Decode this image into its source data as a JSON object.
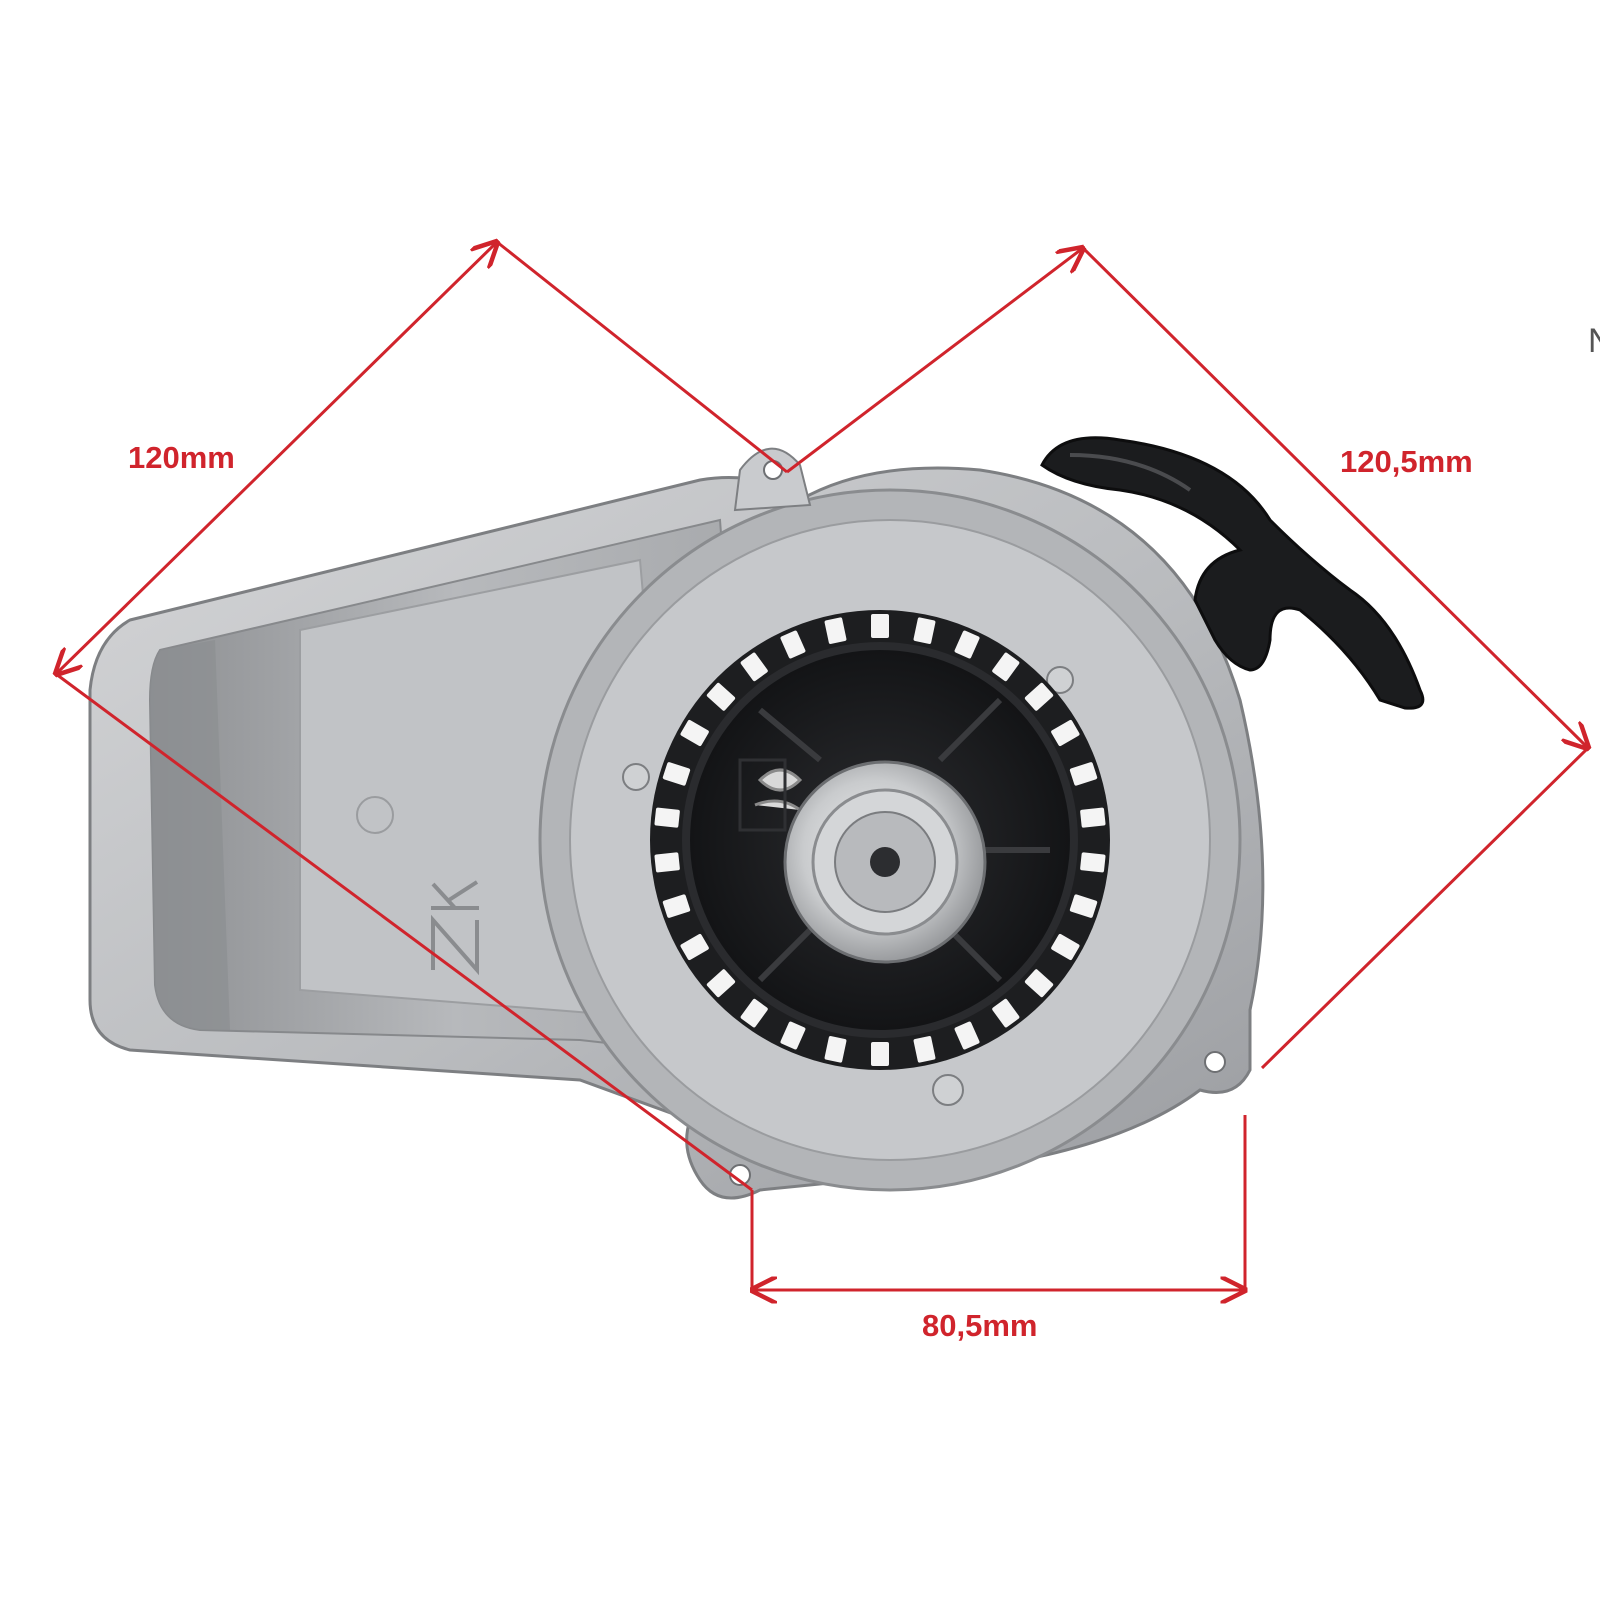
{
  "image": {
    "subject": "pull-start recoil starter",
    "colors": {
      "dimension": "#d0242c",
      "housing_light": "#c4c5c7",
      "housing_mid": "#a2a4a7",
      "housing_dark": "#6e7073",
      "plastic_black": "#1b1c1e",
      "hub_metal": "#d6d8da",
      "label_gray": "#555555"
    }
  },
  "dimensions": {
    "left_edge": "120mm",
    "right_edge": "120,5mm",
    "bottom_span": "80,5mm"
  },
  "edge_text": "N",
  "embossed_mark": "ZK"
}
